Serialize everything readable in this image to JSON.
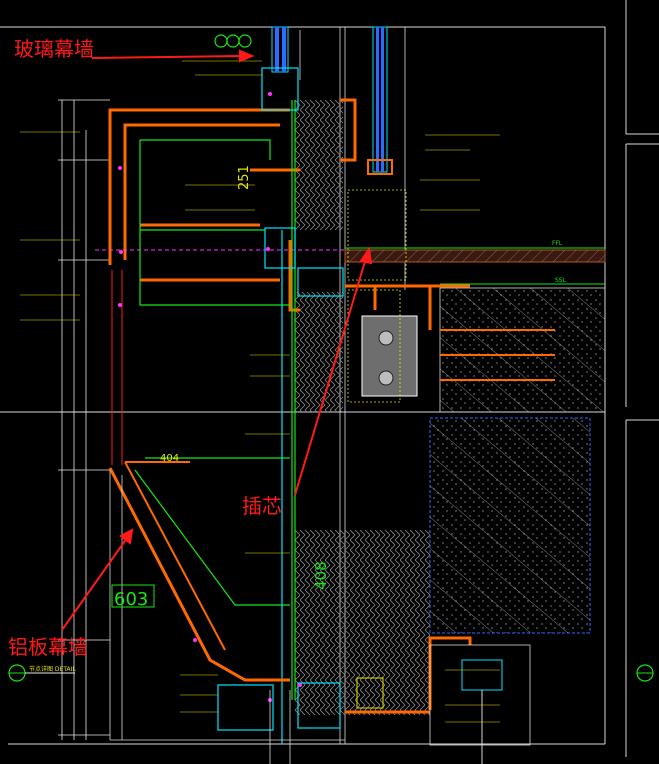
{
  "annotations": {
    "glass_curtain_wall": "玻璃幕墙",
    "insert_core": "插芯",
    "aluminum_curtain_wall": "铝板幕墙"
  },
  "dimensions": {
    "dim_251": "251",
    "dim_404": "404",
    "dim_603": "603",
    "dim_408": "408"
  },
  "detail_title": "节点详图 DETAIL",
  "labels": {
    "level_ffl": "FFL",
    "level_ssl": "SSL"
  },
  "colors": {
    "background": "#000000",
    "red_annotation": "#ff1a1a",
    "orange_profile": "#ff6a00",
    "green_line": "#19e619",
    "cyan_line": "#00e5ff",
    "blue_glass": "#2a6cff",
    "yellow_text": "#e6e600",
    "magenta_dot": "#ff33ff",
    "white_line": "#e8e8e8",
    "hatch_brown": "#b5532a"
  }
}
